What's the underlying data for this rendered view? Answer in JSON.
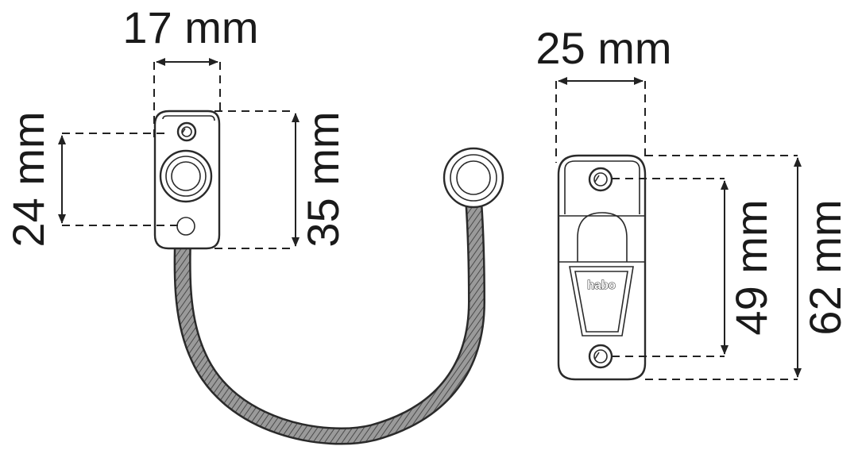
{
  "dimensions": {
    "width_left": "17 mm",
    "height_left_inner": "24 mm",
    "height_left_outer": "35 mm",
    "width_right": "25 mm",
    "height_right_inner": "49 mm",
    "height_right_outer": "62 mm"
  },
  "brand": "habo",
  "colors": {
    "line": "#2a2a2a",
    "cable_fill": "#8a8a8a",
    "background": "#ffffff"
  }
}
